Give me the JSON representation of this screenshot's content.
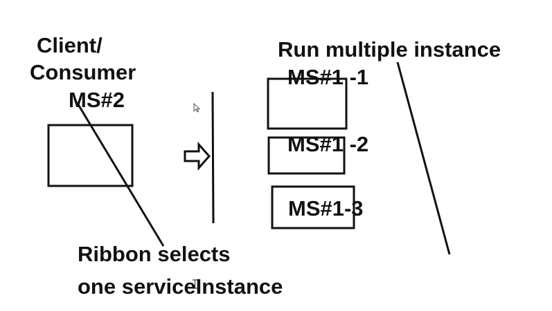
{
  "colors": {
    "background": "#ffffff",
    "ink": "#111111"
  },
  "client": {
    "line1": "Client/",
    "line2": "Consumer",
    "service": "MS#2"
  },
  "right_title": "Run multiple instance",
  "instances": [
    "MS#1 -1",
    "MS#1 -2",
    "MS#1-3"
  ],
  "ribbon": {
    "line1": "Ribbon selects",
    "line2": "one serviceInstance"
  },
  "icons": {
    "arrow": "right-hollow-arrow-icon",
    "pointer": "mouse-pointer-icon",
    "text_cursor": "i-beam-cursor-icon"
  }
}
